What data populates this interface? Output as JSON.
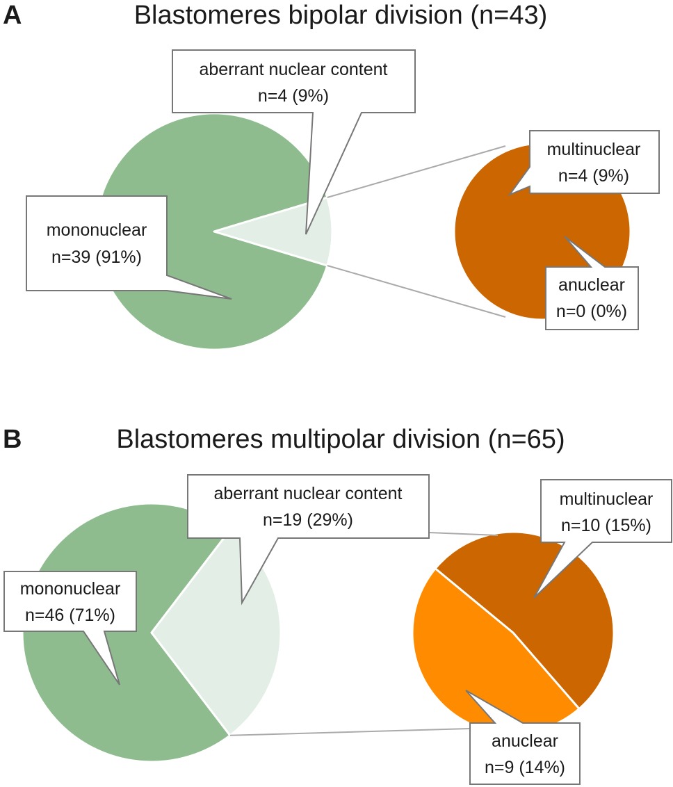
{
  "chart_data": [
    {
      "panel_letter": "A",
      "title": "Blastomeres bipolar division (n=43)",
      "type": "pie",
      "primary": {
        "slices": [
          {
            "label": "mononuclear",
            "annotation": "n=39 (91%)",
            "count": 39,
            "color": "#8fbc8f"
          },
          {
            "label": "aberrant nuclear content",
            "annotation": "n=4 (9%)",
            "count": 4,
            "color": "#e2eee6"
          }
        ]
      },
      "secondary": {
        "slices": [
          {
            "label": "multinuclear",
            "annotation": "n=4 (9%)",
            "count": 4,
            "color": "#cc6600"
          },
          {
            "label": "anuclear",
            "annotation": "n=0 (0%)",
            "count": 0,
            "color": "#ff8c00"
          }
        ]
      }
    },
    {
      "panel_letter": "B",
      "title": "Blastomeres multipolar division (n=65)",
      "type": "pie",
      "primary": {
        "slices": [
          {
            "label": "mononuclear",
            "annotation": "n=46 (71%)",
            "count": 46,
            "color": "#8fbc8f"
          },
          {
            "label": "aberrant nuclear content",
            "annotation": "n=19 (29%)",
            "count": 19,
            "color": "#e2eee6"
          }
        ]
      },
      "secondary": {
        "slices": [
          {
            "label": "multinuclear",
            "annotation": "n=10 (15%)",
            "count": 10,
            "color": "#cc6600"
          },
          {
            "label": "anuclear",
            "annotation": "n=9 (14%)",
            "count": 9,
            "color": "#ff8c00"
          }
        ]
      }
    }
  ]
}
